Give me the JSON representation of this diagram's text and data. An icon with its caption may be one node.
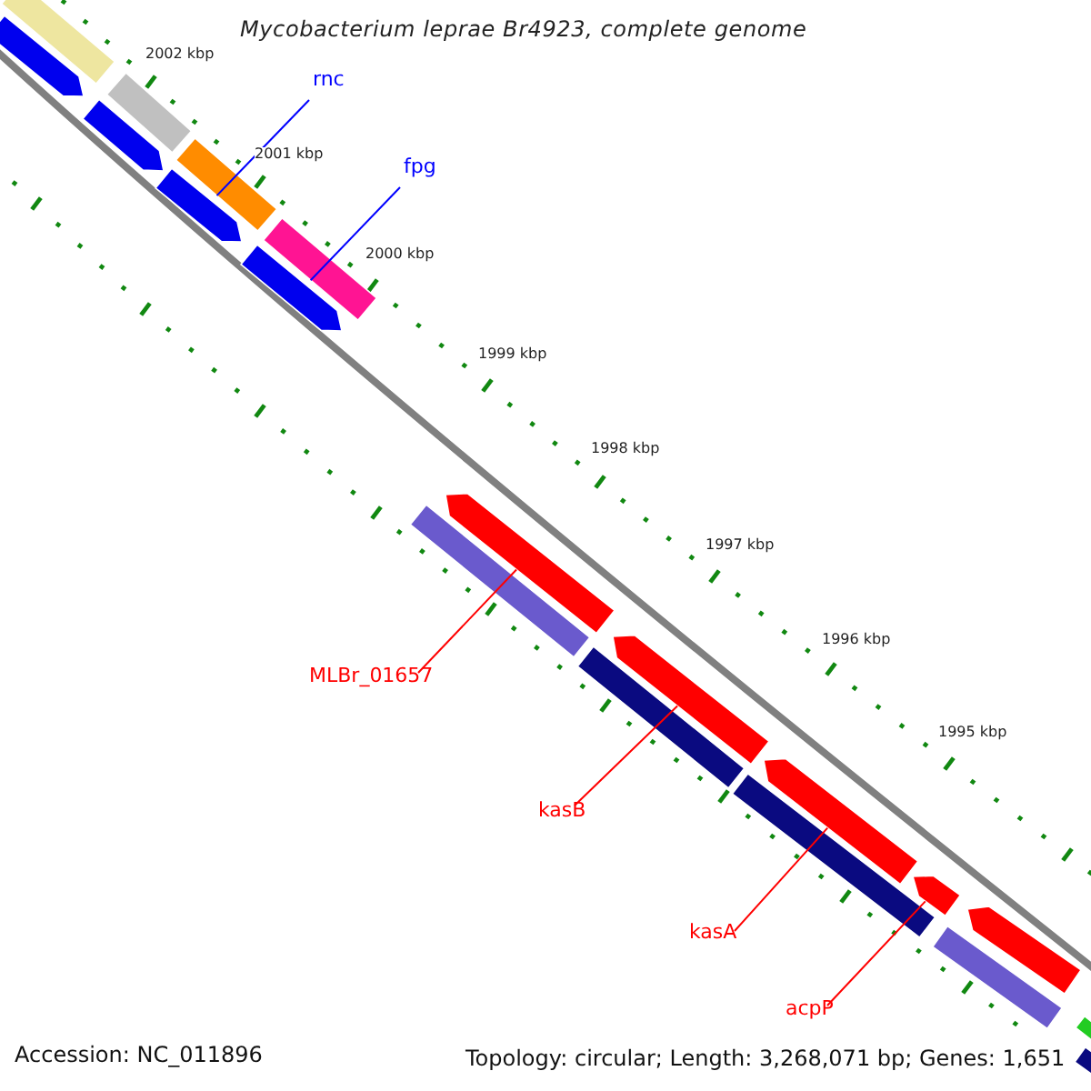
{
  "diagram": {
    "title": "Mycobacterium leprae Br4923, complete genome",
    "nodes": [
      {
        "text": [
          "rnc"
        ]
      },
      {
        "text": [],
        "shape": "bar"
      },
      {
        "text": [
          "fpg"
        ]
      },
      {
        "text": [],
        "shape": "bar"
      },
      {
        "text": [
          "MLBr_01657"
        ]
      },
      {
        "text": [],
        "shape": "bar"
      },
      {
        "text": [
          "kasB"
        ]
      },
      {
        "text": [],
        "shape": "bar"
      },
      {
        "text": [
          "kasA"
        ]
      },
      {
        "text": [],
        "shape": "bar"
      },
      {
        "text": [
          "acpP"
        ]
      },
      {
        "text": [],
        "shape": "bar"
      },
      {
        "text": [],
        "shape": "bar"
      },
      {
        "text": [],
        "shape": "bar"
      },
      {
        "text": [],
        "shape": "bar"
      },
      {
        "text": [],
        "shape": "bar"
      },
      {
        "text": [],
        "shape": "bar"
      },
      {
        "text": [],
        "shape": "bar"
      },
      {
        "text": [],
        "shape": "bar"
      },
      {
        "text": [],
        "shape": "bar"
      },
      {
        "text": [],
        "shape": "bar"
      },
      {
        "text": [],
        "shape": "bar"
      },
      {
        "text": [],
        "shape": "bar"
      },
      {
        "text": [],
        "shape": "bar"
      },
      {
        "text": [],
        "shape": "bar"
      }
    ],
    "edges": [
      {
        "from": 0,
        "to": 1,
        "arrow": "none",
        "color": "#0000ff"
      },
      {
        "from": 2,
        "to": 3,
        "arrow": "none",
        "color": "#0000ff"
      },
      {
        "from": 4,
        "to": 5,
        "arrow": "none"
      },
      {
        "from": 6,
        "to": 7,
        "arrow": "none"
      },
      {
        "from": 8,
        "to": 9,
        "arrow": "none"
      },
      {
        "from": 10,
        "to": 11,
        "arrow": "none"
      }
    ],
    "labels": [
      "2002 kbp",
      "2001 kbp",
      "2000 kbp",
      "1999 kbp",
      "1998 kbp",
      "1997 kbp",
      "1996 kbp",
      "1995 kbp",
      "Accession: NC_011896",
      "Topology: circular; Length: 3,268,071 bp; Genes: 1,651"
    ]
  }
}
